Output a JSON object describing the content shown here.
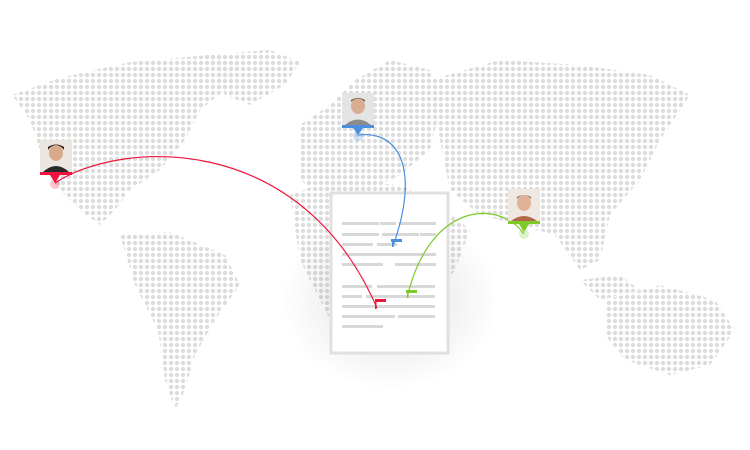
{
  "colors": {
    "map_dot": "#dcdcdc",
    "red_link": "#f0143c",
    "blue_link": "#4a8fe0",
    "green_link": "#7ccb2a",
    "document_border": "#e0e0e0",
    "document_line": "#d8d8d8"
  },
  "collaborators": [
    {
      "id": "americas",
      "color_key": "red_link"
    },
    {
      "id": "europe",
      "color_key": "blue_link"
    },
    {
      "id": "asia",
      "color_key": "green_link"
    }
  ]
}
